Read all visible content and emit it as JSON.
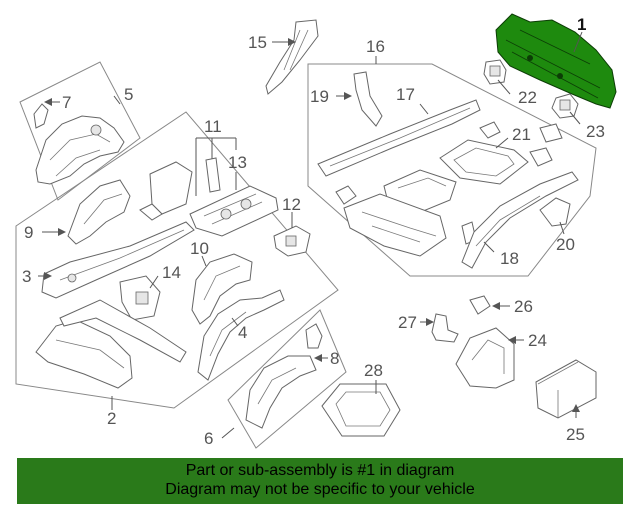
{
  "callouts": {
    "n1": "1",
    "n2": "2",
    "n3": "3",
    "n4": "4",
    "n5": "5",
    "n6": "6",
    "n7": "7",
    "n8": "8",
    "n9": "9",
    "n10": "10",
    "n11": "11",
    "n12": "12",
    "n13": "13",
    "n14": "14",
    "n15": "15",
    "n16": "16",
    "n17": "17",
    "n18": "18",
    "n19": "19",
    "n20": "20",
    "n21": "21",
    "n22": "22",
    "n23": "23",
    "n24": "24",
    "n25": "25",
    "n26": "26",
    "n27": "27",
    "n28": "28"
  },
  "highlight_color": "#1e8a0e",
  "banner": {
    "line1": "Part or sub-assembly is #1 in diagram",
    "line2": "Diagram may not be specific to your vehicle",
    "color": "#2a7a1a"
  }
}
